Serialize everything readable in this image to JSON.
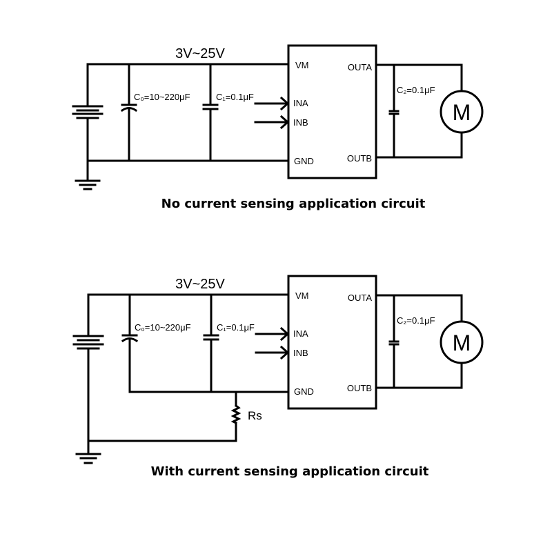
{
  "circuits": [
    {
      "voltage": "3V~25V",
      "c0": "C₀=10~220μF",
      "c1": "C₁=0.1μF",
      "c2": "C₂=0.1μF",
      "pins": {
        "vm": "VM",
        "ina": "INA",
        "inb": "INB",
        "gnd": "GND",
        "outa": "OUTA",
        "outb": "OUTB"
      },
      "motor": "M",
      "caption": "No current sensing application circuit"
    },
    {
      "voltage": "3V~25V",
      "c0": "C₀=10~220μF",
      "c1": "C₁=0.1μF",
      "c2": "C₂=0.1μF",
      "pins": {
        "vm": "VM",
        "ina": "INA",
        "inb": "INB",
        "gnd": "GND",
        "outa": "OUTA",
        "outb": "OUTB"
      },
      "motor": "M",
      "rs": "Rs",
      "caption": "With current sensing application circuit"
    }
  ]
}
